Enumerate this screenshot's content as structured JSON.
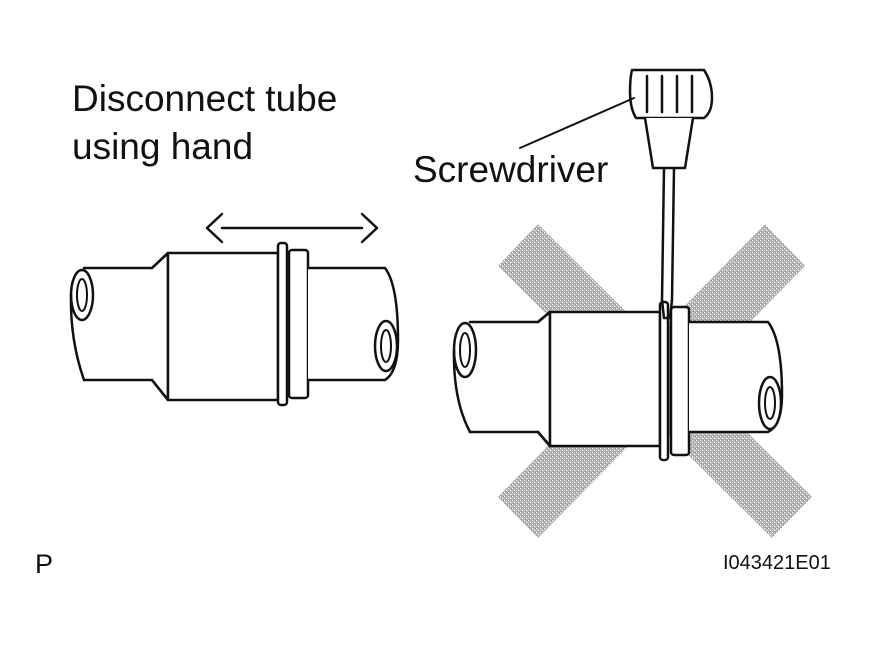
{
  "instruction": {
    "line1": "Disconnect tube",
    "line2": "using hand"
  },
  "tool_label": "Screwdriver",
  "corner_mark": "P",
  "figure_id": "I043421E01",
  "icons": {
    "direction_arrow": "double-headed-arrow-icon",
    "prohibited_mark": "prohibited-x-mark"
  },
  "colors": {
    "line": "#111111",
    "prohibited_x": "#a9a9a9",
    "background": "#ffffff"
  }
}
